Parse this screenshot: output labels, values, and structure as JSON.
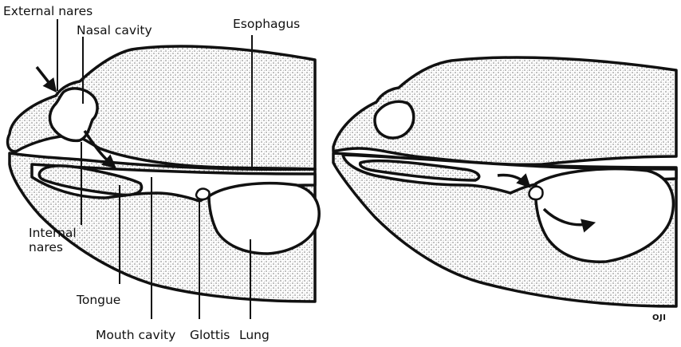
{
  "figure": {
    "labels": {
      "external_nares": "External nares",
      "nasal_cavity": "Nasal cavity",
      "esophagus": "Esophagus",
      "internal_nares_line1": "Internal",
      "internal_nares_line2": "nares",
      "tongue": "Tongue",
      "mouth_cavity": "Mouth cavity",
      "glottis": "Glottis",
      "lung": "Lung"
    },
    "artist_mark": "OJI"
  }
}
